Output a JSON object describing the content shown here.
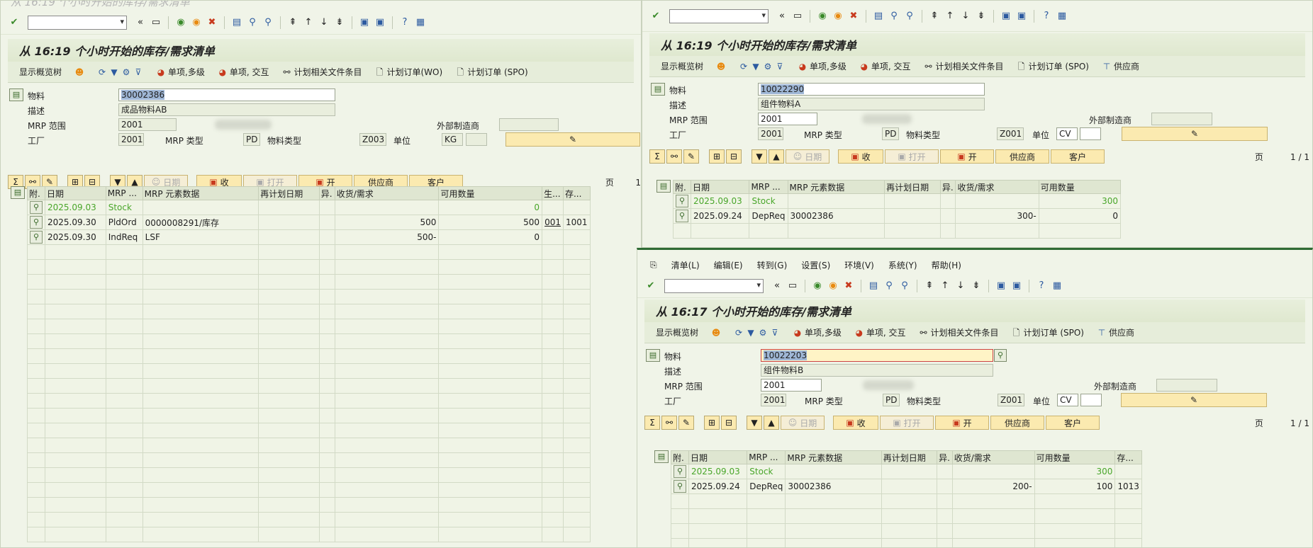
{
  "common": {
    "cmd_placeholder": "",
    "app_buttons": {
      "overview": "显示概览树",
      "single_multi": "单项,多级",
      "single_interactive": "单项, 交互",
      "plan_docs": "计划相关文件条目",
      "plan_order_wo": "计划订单(WO)",
      "plan_order_spo": "计划订单 (SPO)",
      "vendor": "供应商"
    },
    "labels": {
      "material": "物料",
      "description": "描述",
      "mrp_area": "MRP 范围",
      "plant": "工厂",
      "mrp_type": "MRP 类型",
      "material_type": "物料类型",
      "unit": "单位",
      "ext_manufacturer": "外部制造商"
    },
    "grid_buttons": {
      "date": "日期",
      "receive": "收",
      "open": "打开",
      "start": "开",
      "vendor": "供应商",
      "customer": "客户"
    },
    "page_label": "页",
    "columns": {
      "attach": "附.",
      "date": "日期",
      "mrp": "MRP ...",
      "mrp_element": "MRP 元素数据",
      "reschedule": "再计划日期",
      "exception": "异.",
      "receipt_req": "收货/需求",
      "available": "可用数量",
      "prod": "生...",
      "storage": "存..."
    }
  },
  "win1": {
    "title": "从 16:19 个小时开始的库存/需求清单",
    "material": "30002386",
    "description": "成品物料AB",
    "mrp_area": "2001",
    "plant": "2001",
    "mrp_type": "PD",
    "material_type": "Z003",
    "unit": "KG",
    "page": "1",
    "rows": [
      {
        "date": "2025.09.03",
        "mrp": "Stock",
        "element": "",
        "reschedule": "",
        "exc": "",
        "qty": "",
        "avail": "0",
        "prod": "",
        "stor": ""
      },
      {
        "date": "2025.09.30",
        "mrp": "PldOrd",
        "element": "0000008291/库存",
        "reschedule": "",
        "exc": "",
        "qty": "500",
        "avail": "500",
        "prod": "001",
        "stor": "1001"
      },
      {
        "date": "2025.09.30",
        "mrp": "IndReq",
        "element": "LSF",
        "reschedule": "",
        "exc": "",
        "qty": "500-",
        "avail": "0",
        "prod": "",
        "stor": ""
      }
    ]
  },
  "win2": {
    "title": "从 16:19 个小时开始的库存/需求清单",
    "material": "10022290",
    "description": "组件物料A",
    "mrp_area": "2001",
    "plant": "2001",
    "mrp_type": "PD",
    "material_type": "Z001",
    "unit": "CV",
    "page": "1 / 1",
    "rows": [
      {
        "date": "2025.09.03",
        "mrp": "Stock",
        "element": "",
        "reschedule": "",
        "exc": "",
        "qty": "",
        "avail": "300"
      },
      {
        "date": "2025.09.24",
        "mrp": "DepReq",
        "element": "30002386",
        "reschedule": "",
        "exc": "",
        "qty": "300-",
        "avail": "0"
      }
    ]
  },
  "win3": {
    "menu": [
      "清单(L)",
      "编辑(E)",
      "转到(G)",
      "设置(S)",
      "环境(V)",
      "系统(Y)",
      "帮助(H)"
    ],
    "title": "从 16:17 个小时开始的库存/需求清单",
    "material": "10022203",
    "description": "组件物料B",
    "mrp_area": "2001",
    "plant": "2001",
    "mrp_type": "PD",
    "material_type": "Z001",
    "unit": "CV",
    "page": "1 / 1",
    "rows": [
      {
        "date": "2025.09.03",
        "mrp": "Stock",
        "element": "",
        "reschedule": "",
        "exc": "",
        "qty": "",
        "avail": "300",
        "stor": ""
      },
      {
        "date": "2025.09.24",
        "mrp": "DepReq",
        "element": "30002386",
        "reschedule": "",
        "exc": "",
        "qty": "200-",
        "avail": "100",
        "stor": "1013"
      }
    ]
  }
}
